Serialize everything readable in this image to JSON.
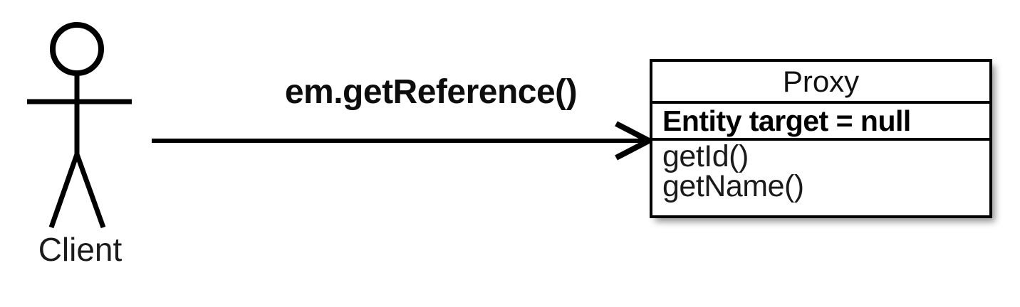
{
  "diagram": {
    "type": "uml-interaction-diagram",
    "background_color": "#ffffff",
    "stroke_color": "#000000"
  },
  "actor": {
    "name": "actor-client",
    "label": "Client",
    "shape": "stick-figure"
  },
  "message": {
    "label": "em.getReference()",
    "direction": "left-to-right",
    "arrowhead_style": "open"
  },
  "class_box": {
    "title": "Proxy",
    "attributes": [
      "Entity target = null"
    ],
    "methods": [
      "getId()",
      "getName()"
    ]
  }
}
